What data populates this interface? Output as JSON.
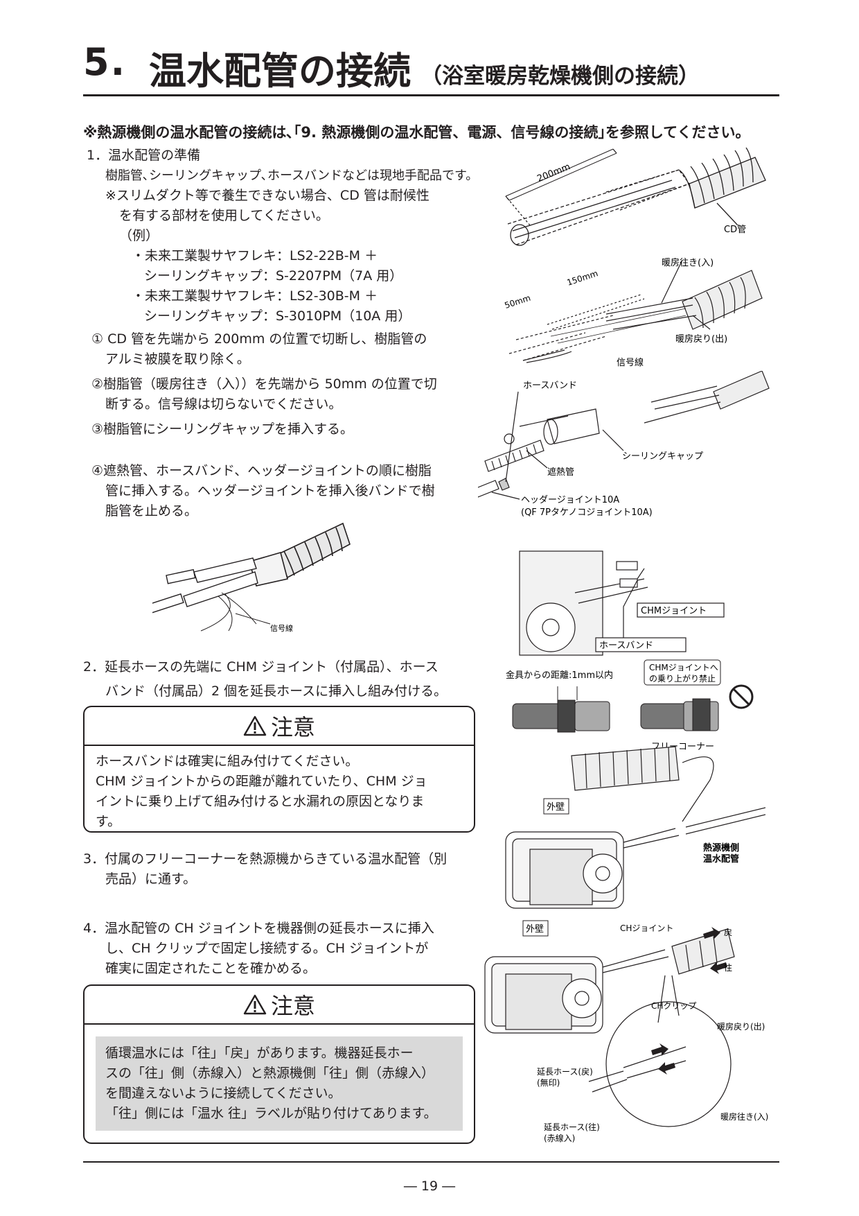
{
  "header": {
    "number": "5.",
    "title": "温水配管の接続",
    "subtitle": "（浴室暖房乾燥機側の接続）"
  },
  "intro_note": "※熱源機側の温水配管の接続は､｢9. 熱源機側の温水配管、電源、信号線の接続｣を参照してください。",
  "step1": {
    "heading": "1．温水配管の準備",
    "line1": "樹脂管､シーリングキャップ､ホースバンドなどは現地手配品です。",
    "line2": "※スリムダクト等で養生できない場合、CD 管は耐候性",
    "line3": "を有する部材を使用してください。",
    "example": "（例）",
    "ex1a": "・未来工業製サヤフレキ：LS2-22B-M ＋",
    "ex1b": "シーリングキャップ：S-2207PM（7A 用）",
    "ex2a": "・未来工業製サヤフレキ：LS2-30B-M ＋",
    "ex2b": "シーリングキャップ：S-3010PM（10A 用）",
    "s1a": "① CD 管を先端から 200mm の位置で切断し、樹脂管の",
    "s1b": "アルミ被膜を取り除く。",
    "s2a": "②樹脂管（暖房往き（入））を先端から 50mm の位置で切",
    "s2b": "断する。信号線は切らないでください。",
    "s3": "③樹脂管にシーリングキャップを挿入する。",
    "s4a": "④遮熱管、ホースバンド、ヘッダージョイントの順に樹脂",
    "s4b": "管に挿入する。ヘッダージョイントを挿入後バンドで樹",
    "s4c": "脂管を止める。"
  },
  "step2": {
    "line1": "2．延長ホースの先端に CHM ジョイント（付属品）、ホース",
    "line2": "バンド（付属品）2 個を延長ホースに挿入し組み付ける。"
  },
  "caution1": {
    "title": "注意",
    "line1": "ホースバンドは確実に組み付けてください。",
    "line2": "CHM ジョイントからの距離が離れていたり、CHM ジョ",
    "line3": "イントに乗り上げて組み付けると水漏れの原因となりま",
    "line4": "す。"
  },
  "step3": {
    "line1": "3．付属のフリーコーナーを熱源機からきている温水配管（別",
    "line2": "売品）に通す。"
  },
  "step4": {
    "line1": "4．温水配管の CH ジョイントを機器側の延長ホースに挿入",
    "line2": "し、CH クリップで固定し接続する。CH ジョイントが",
    "line3": "確実に固定されたことを確かめる。"
  },
  "caution2": {
    "title": "注意",
    "line1": "循環温水には「往」「戻」があります。機器延長ホー",
    "line2": "スの「往」側（赤線入）と熱源機側「往」側（赤線入）",
    "line3": "を間違えないように接続してください。",
    "line4": "「往」側には「温水 往」ラベルが貼り付けてあります。"
  },
  "figures": {
    "fig1_dim": "200mm",
    "fig1_cd": "CD管",
    "fig2_dim150": "150mm",
    "fig2_dim50": "50mm",
    "fig2_out": "暖房往き(入)",
    "fig2_back": "暖房戻り(出)",
    "fig2_signal": "信号線",
    "fig3_band": "ホースバンド",
    "fig3_cap": "シーリングキャップ",
    "fig3_shield": "遮熱管",
    "fig3_header1": "ヘッダージョイント10A",
    "fig3_header2": "(QF 7Pタケノコジョイント10A)",
    "fig4_signal": "信号線",
    "fig5_chm": "CHMジョイント",
    "fig5_band": "ホースバンド",
    "fig6_dist": "金具からの距離:1mm以内",
    "fig6_no1": "CHMジョイントへ",
    "fig6_no2": "の乗り上がり禁止",
    "fig7_corner": "フリーコーナー",
    "fig7_wall": "外壁",
    "fig7_pipe1": "熱源機側",
    "fig7_pipe2": "温水配管",
    "fig8_wall": "外壁",
    "fig8_ch": "CHジョイント",
    "fig8_back": "戻",
    "fig8_go": "往",
    "fig8_clip": "CHクリップ",
    "fig8_heat_back": "暖房戻り(出)",
    "fig8_hose_back1": "延長ホース(戻)",
    "fig8_hose_back2": "(無印)",
    "fig8_hose_go1": "延長ホース(往)",
    "fig8_hose_go2": "(赤線入)",
    "fig8_heat_go": "暖房往き(入)"
  },
  "footer": {
    "page": "― 19 ―"
  }
}
